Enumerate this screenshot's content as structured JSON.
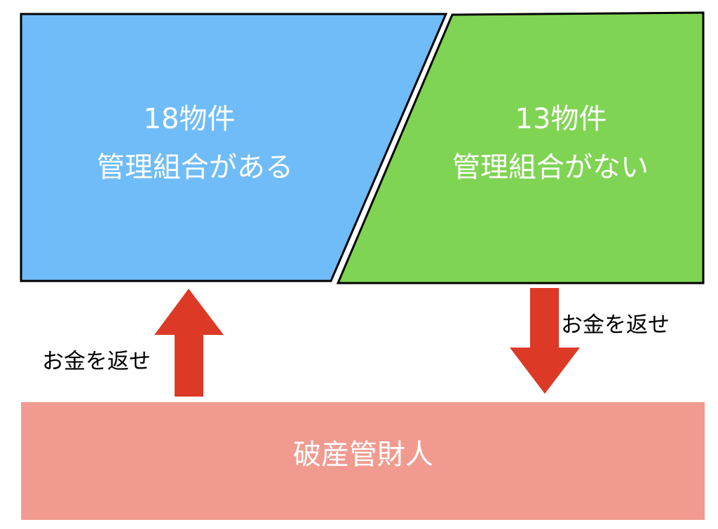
{
  "colors": {
    "with_union": "#6fbcf8",
    "without_union": "#80d454",
    "trustee": "#f19b90",
    "arrow": "#dc3a26",
    "border": "#000000",
    "box_text": "#ffffff"
  },
  "boxes": {
    "with_union": {
      "count": "18物件",
      "label": "管理組合がある"
    },
    "without_union": {
      "count": "13物件",
      "label": "管理組合がない"
    },
    "trustee": {
      "label": "破産管財人"
    }
  },
  "arrows": {
    "up": {
      "label": "お金を返せ",
      "direction": "up"
    },
    "down": {
      "label": "お金を返せ",
      "direction": "down"
    }
  }
}
